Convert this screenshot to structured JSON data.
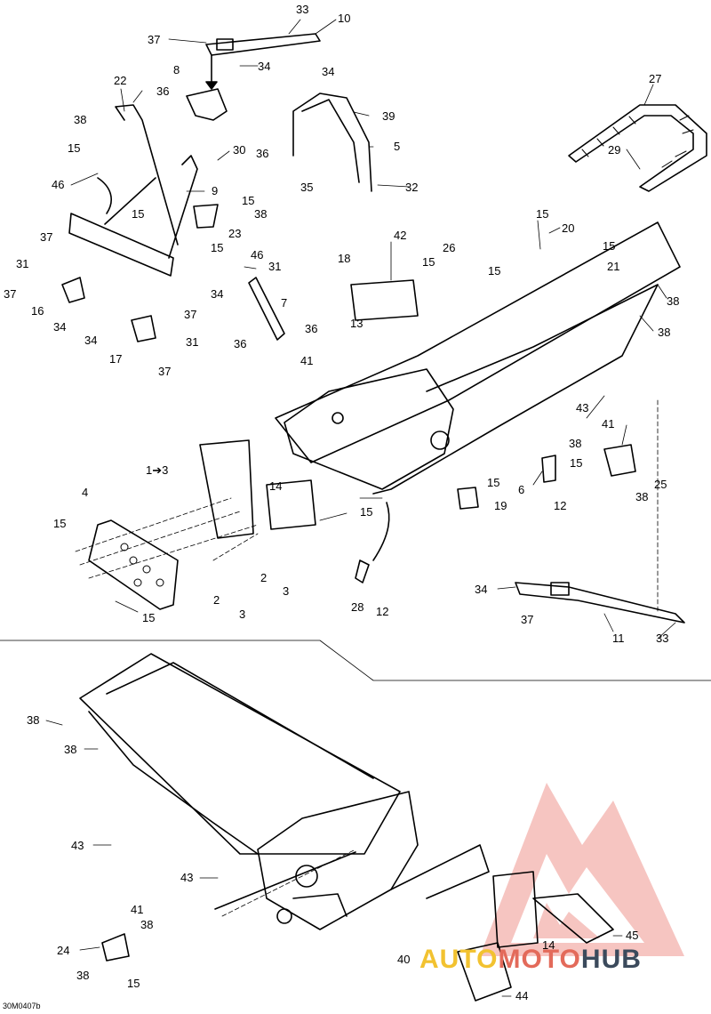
{
  "diagram": {
    "drawing_code": "30M0407b",
    "watermark": {
      "part1": "AUTO",
      "part2": "MOTO",
      "part3": "HUB"
    },
    "callouts": [
      {
        "t": "33"
      },
      {
        "t": "10"
      },
      {
        "t": "37"
      },
      {
        "t": "34"
      },
      {
        "t": "8"
      },
      {
        "t": "34"
      },
      {
        "t": "22"
      },
      {
        "t": "36"
      },
      {
        "t": "39"
      },
      {
        "t": "38"
      },
      {
        "t": "15"
      },
      {
        "t": "5"
      },
      {
        "t": "27"
      },
      {
        "t": "30"
      },
      {
        "t": "36"
      },
      {
        "t": "29"
      },
      {
        "t": "46"
      },
      {
        "t": "9"
      },
      {
        "t": "35"
      },
      {
        "t": "32"
      },
      {
        "t": "15"
      },
      {
        "t": "15"
      },
      {
        "t": "38"
      },
      {
        "t": "23"
      },
      {
        "t": "15"
      },
      {
        "t": "37"
      },
      {
        "t": "42"
      },
      {
        "t": "26"
      },
      {
        "t": "15"
      },
      {
        "t": "20"
      },
      {
        "t": "46"
      },
      {
        "t": "18"
      },
      {
        "t": "15"
      },
      {
        "t": "15"
      },
      {
        "t": "15"
      },
      {
        "t": "31"
      },
      {
        "t": "31"
      },
      {
        "t": "21"
      },
      {
        "t": "37"
      },
      {
        "t": "34"
      },
      {
        "t": "7"
      },
      {
        "t": "13"
      },
      {
        "t": "38"
      },
      {
        "t": "16"
      },
      {
        "t": "37"
      },
      {
        "t": "34"
      },
      {
        "t": "36"
      },
      {
        "t": "38"
      },
      {
        "t": "34"
      },
      {
        "t": "31"
      },
      {
        "t": "36"
      },
      {
        "t": "17"
      },
      {
        "t": "41"
      },
      {
        "t": "37"
      },
      {
        "t": "43"
      },
      {
        "t": "41"
      },
      {
        "t": "38"
      },
      {
        "t": "1➔3"
      },
      {
        "t": "15"
      },
      {
        "t": "25"
      },
      {
        "t": "14"
      },
      {
        "t": "15"
      },
      {
        "t": "6"
      },
      {
        "t": "38"
      },
      {
        "t": "4"
      },
      {
        "t": "19"
      },
      {
        "t": "12"
      },
      {
        "t": "15"
      },
      {
        "t": "15"
      },
      {
        "t": "2"
      },
      {
        "t": "3"
      },
      {
        "t": "34"
      },
      {
        "t": "2"
      },
      {
        "t": "3"
      },
      {
        "t": "28"
      },
      {
        "t": "12"
      },
      {
        "t": "15"
      },
      {
        "t": "37"
      },
      {
        "t": "11"
      },
      {
        "t": "33"
      },
      {
        "t": "38"
      },
      {
        "t": "38"
      },
      {
        "t": "43"
      },
      {
        "t": "43"
      },
      {
        "t": "41"
      },
      {
        "t": "38"
      },
      {
        "t": "24"
      },
      {
        "t": "14"
      },
      {
        "t": "45"
      },
      {
        "t": "40"
      },
      {
        "t": "38"
      },
      {
        "t": "15"
      },
      {
        "t": "44"
      }
    ]
  }
}
